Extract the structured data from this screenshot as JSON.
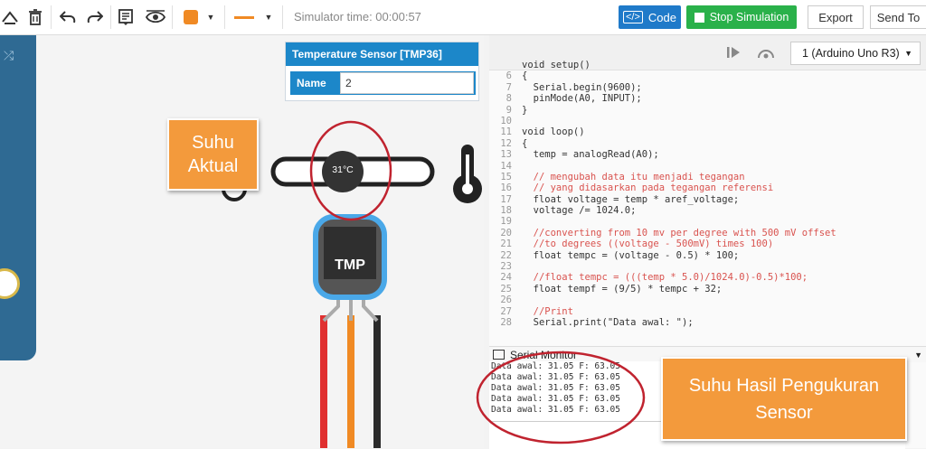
{
  "toolbar": {
    "sim_time": "Simulator time: 00:00:57",
    "code_label": "Code",
    "stop_label": "Stop Simulation",
    "export_label": "Export",
    "send_label": "Send To",
    "fill_color": "#f08a24",
    "line_color": "#f08a24"
  },
  "props": {
    "title": "Temperature Sensor [TMP36]",
    "name_label": "Name",
    "name_value": "2"
  },
  "canvas": {
    "temp_reading": "31°C",
    "component_label": "TMP"
  },
  "annotations": {
    "actual": "Suhu\nAktual",
    "measured": "Suhu Hasil Pengukuran\nSensor"
  },
  "code_panel": {
    "board": "1 (Arduino Uno R3)",
    "lines": [
      {
        "n": "",
        "t": "void setup()",
        "c": false
      },
      {
        "n": "6",
        "t": "{",
        "c": false
      },
      {
        "n": "7",
        "t": "  Serial.begin(9600);",
        "c": false
      },
      {
        "n": "8",
        "t": "  pinMode(A0, INPUT);",
        "c": false
      },
      {
        "n": "9",
        "t": "}",
        "c": false
      },
      {
        "n": "10",
        "t": "",
        "c": false
      },
      {
        "n": "11",
        "t": "void loop()",
        "c": false
      },
      {
        "n": "12",
        "t": "{",
        "c": false
      },
      {
        "n": "13",
        "t": "  temp = analogRead(A0);",
        "c": false
      },
      {
        "n": "14",
        "t": "",
        "c": false
      },
      {
        "n": "15",
        "t": "  // mengubah data itu menjadi tegangan",
        "c": true
      },
      {
        "n": "16",
        "t": "  // yang didasarkan pada tegangan referensi",
        "c": true
      },
      {
        "n": "17",
        "t": "  float voltage = temp * aref_voltage;",
        "c": false
      },
      {
        "n": "18",
        "t": "  voltage /= 1024.0;",
        "c": false
      },
      {
        "n": "19",
        "t": "",
        "c": false
      },
      {
        "n": "20",
        "t": "  //converting from 10 mv per degree with 500 mV offset",
        "c": true
      },
      {
        "n": "21",
        "t": "  //to degrees ((voltage - 500mV) times 100)",
        "c": true
      },
      {
        "n": "22",
        "t": "  float tempc = (voltage - 0.5) * 100;",
        "c": false
      },
      {
        "n": "23",
        "t": "",
        "c": false
      },
      {
        "n": "24",
        "t": "  //float tempc = (((temp * 5.0)/1024.0)-0.5)*100;",
        "c": true
      },
      {
        "n": "25",
        "t": "  float tempf = (9/5) * tempc + 32;",
        "c": false
      },
      {
        "n": "26",
        "t": "",
        "c": false
      },
      {
        "n": "27",
        "t": "  //Print",
        "c": true
      },
      {
        "n": "28",
        "t": "  Serial.print(\"Data awal: \");",
        "c": false
      }
    ]
  },
  "serial": {
    "title": "Serial Monitor",
    "lines": [
      "Data awal: 31.05 F: 63.05",
      "Data awal: 31.05 F: 63.05",
      "Data awal: 31.05 F: 63.05",
      "Data awal: 31.05 F: 63.05",
      "Data awal: 31.05 F: 63.05"
    ]
  }
}
